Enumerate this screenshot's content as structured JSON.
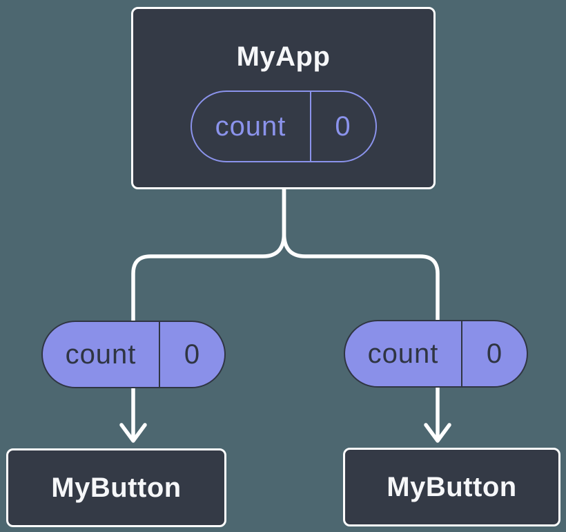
{
  "nodes": {
    "root": {
      "label": "MyApp",
      "pill": {
        "name": "count",
        "value": "0"
      }
    },
    "children": [
      {
        "label": "MyButton",
        "pill": {
          "name": "count",
          "value": "0"
        }
      },
      {
        "label": "MyButton",
        "pill": {
          "name": "count",
          "value": "0"
        }
      }
    ]
  },
  "colors": {
    "bg": "#4D6770",
    "node_fill": "#343A46",
    "node_border": "#FFFFFF",
    "node_text": "#F6F7F9",
    "pill_fill": "#8A90E9",
    "pill_dark": "#2F3542",
    "pill_outline": "#8B93EC",
    "line": "#FFFFFF"
  }
}
